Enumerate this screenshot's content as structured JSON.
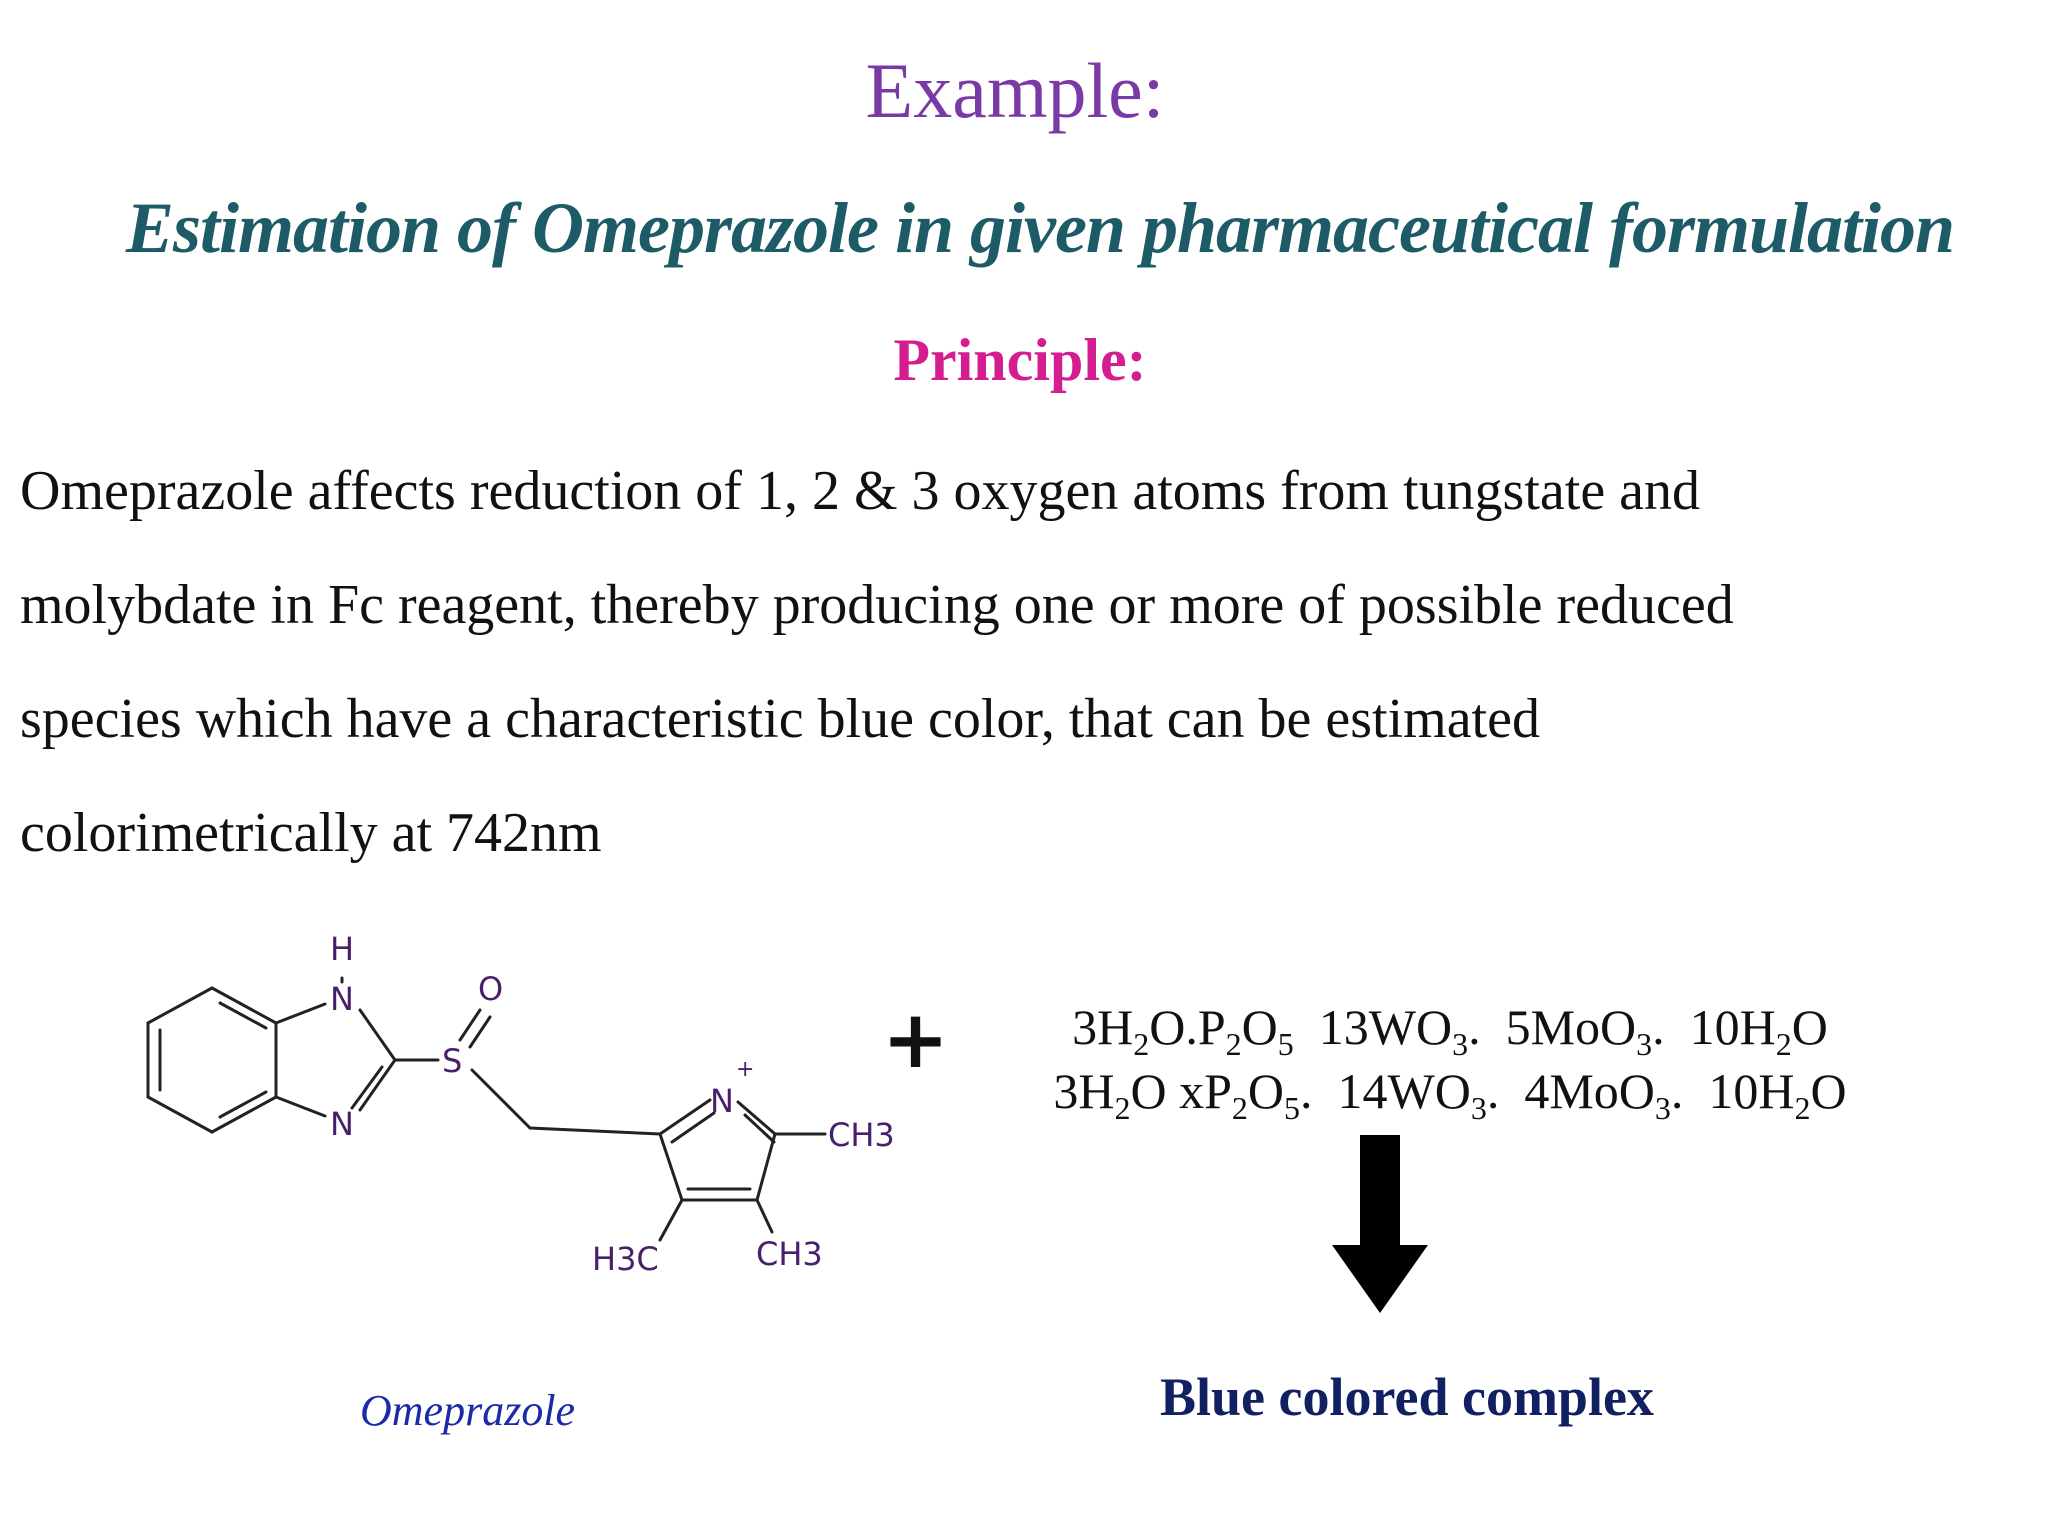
{
  "slide": {
    "title": "Example:",
    "subtitle": "Estimation of Omeprazole in given pharmaceutical formulation",
    "principle_heading": "Principle:",
    "paragraph_lines": [
      "Omeprazole affects reduction of 1, 2 & 3 oxygen atoms from tungstate and",
      "molybdate in Fc reagent, thereby producing one or more of possible reduced",
      "species which have a characteristic blue color, that can be estimated",
      "colorimetrically at 742nm"
    ]
  },
  "reaction": {
    "plus_sign": "+",
    "reagent_line1": [
      "3H",
      "2",
      "O.P",
      "2",
      "O",
      "5",
      "  13WO",
      "3",
      ".  5MoO",
      "3",
      ".  10H",
      "2",
      "O"
    ],
    "reagent_line2": [
      "3H",
      "2",
      "O xP",
      "2",
      "O",
      "5",
      ".  14WO",
      "3",
      ".  4MoO",
      "3",
      ".  10H",
      "2",
      "O"
    ],
    "product_label": "Blue colored complex",
    "molecule_label": "Omeprazole",
    "structure_atoms": {
      "h": "H",
      "n_top": "N",
      "n_bottom": "N",
      "o": "O",
      "s": "S",
      "n_plus": "N",
      "charge": "+",
      "ch3_right": "CH3",
      "ch3_bottom": "CH3",
      "h3c_left": "H3C"
    }
  }
}
